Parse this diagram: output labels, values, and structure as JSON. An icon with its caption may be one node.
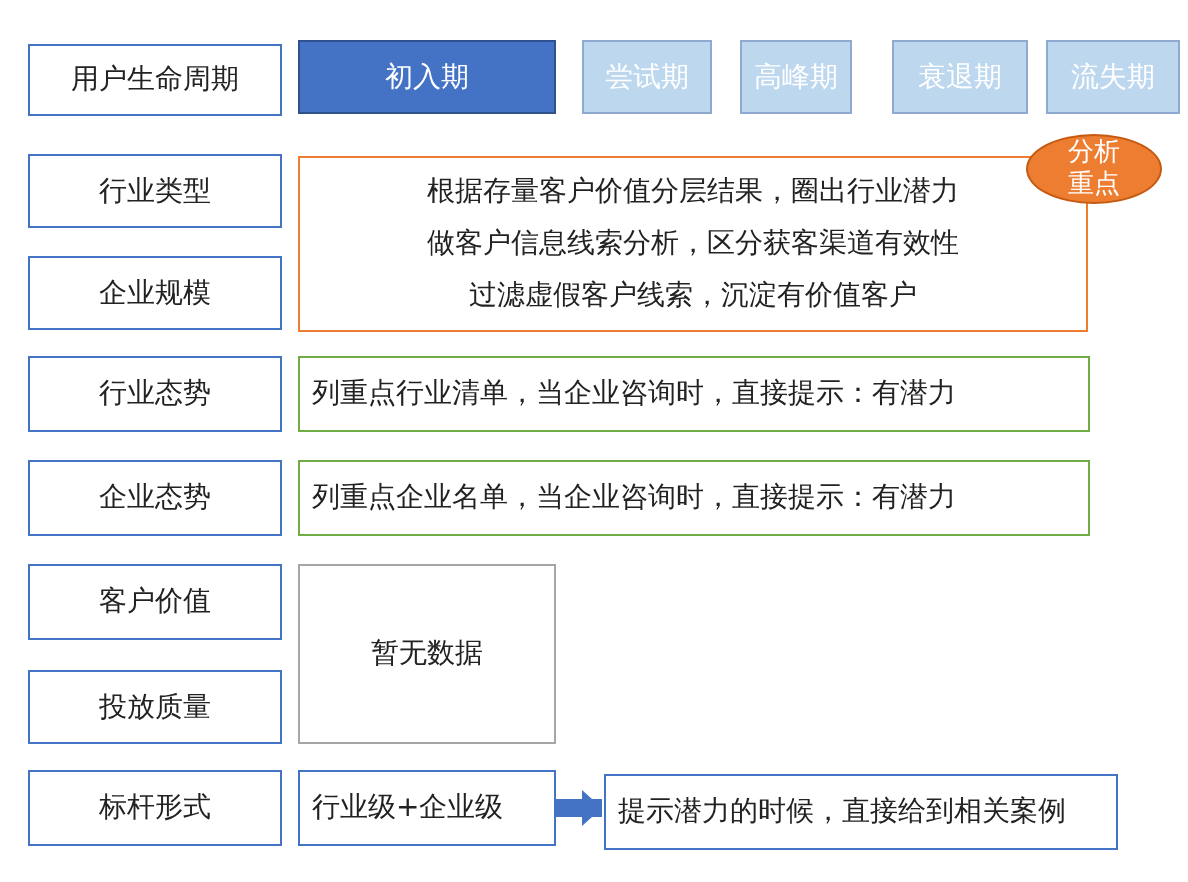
{
  "diagram": {
    "nodes": [
      {
        "text": [
          "用户生命周期"
        ]
      },
      {
        "text": [
          "初入期"
        ]
      },
      {
        "text": [
          "尝试期"
        ]
      },
      {
        "text": [
          "高峰期"
        ]
      },
      {
        "text": [
          "衰退期"
        ]
      },
      {
        "text": [
          "流失期"
        ]
      },
      {
        "text": [
          "行业类型"
        ]
      },
      {
        "text": [
          "企业规模"
        ]
      },
      {
        "text": [
          "根据存量客户价值分层结果，圈出行业潜力",
          "做客户信息线索分析，区分获客渠道有效性",
          "过滤虚假客户线索，沉淀有价值客户"
        ]
      },
      {
        "text": [
          "分析重点"
        ]
      },
      {
        "text": [
          "行业态势"
        ]
      },
      {
        "text": [
          "列重点行业清单，当企业咨询时，直接提示：有潜力"
        ]
      },
      {
        "text": [
          "企业态势"
        ]
      },
      {
        "text": [
          "列重点企业名单，当企业咨询时，直接提示：有潜力"
        ]
      },
      {
        "text": [
          "客户价值"
        ]
      },
      {
        "text": [
          "投放质量"
        ]
      },
      {
        "text": [
          "暂无数据"
        ]
      },
      {
        "text": [
          "标杆形式"
        ]
      },
      {
        "text": [
          "行业级+企业级"
        ]
      },
      {
        "text": [
          "提示潜力的时候，直接给到相关案例"
        ]
      }
    ],
    "edges": [
      {
        "from": 18,
        "to": 19,
        "arrow": "to"
      }
    ]
  }
}
